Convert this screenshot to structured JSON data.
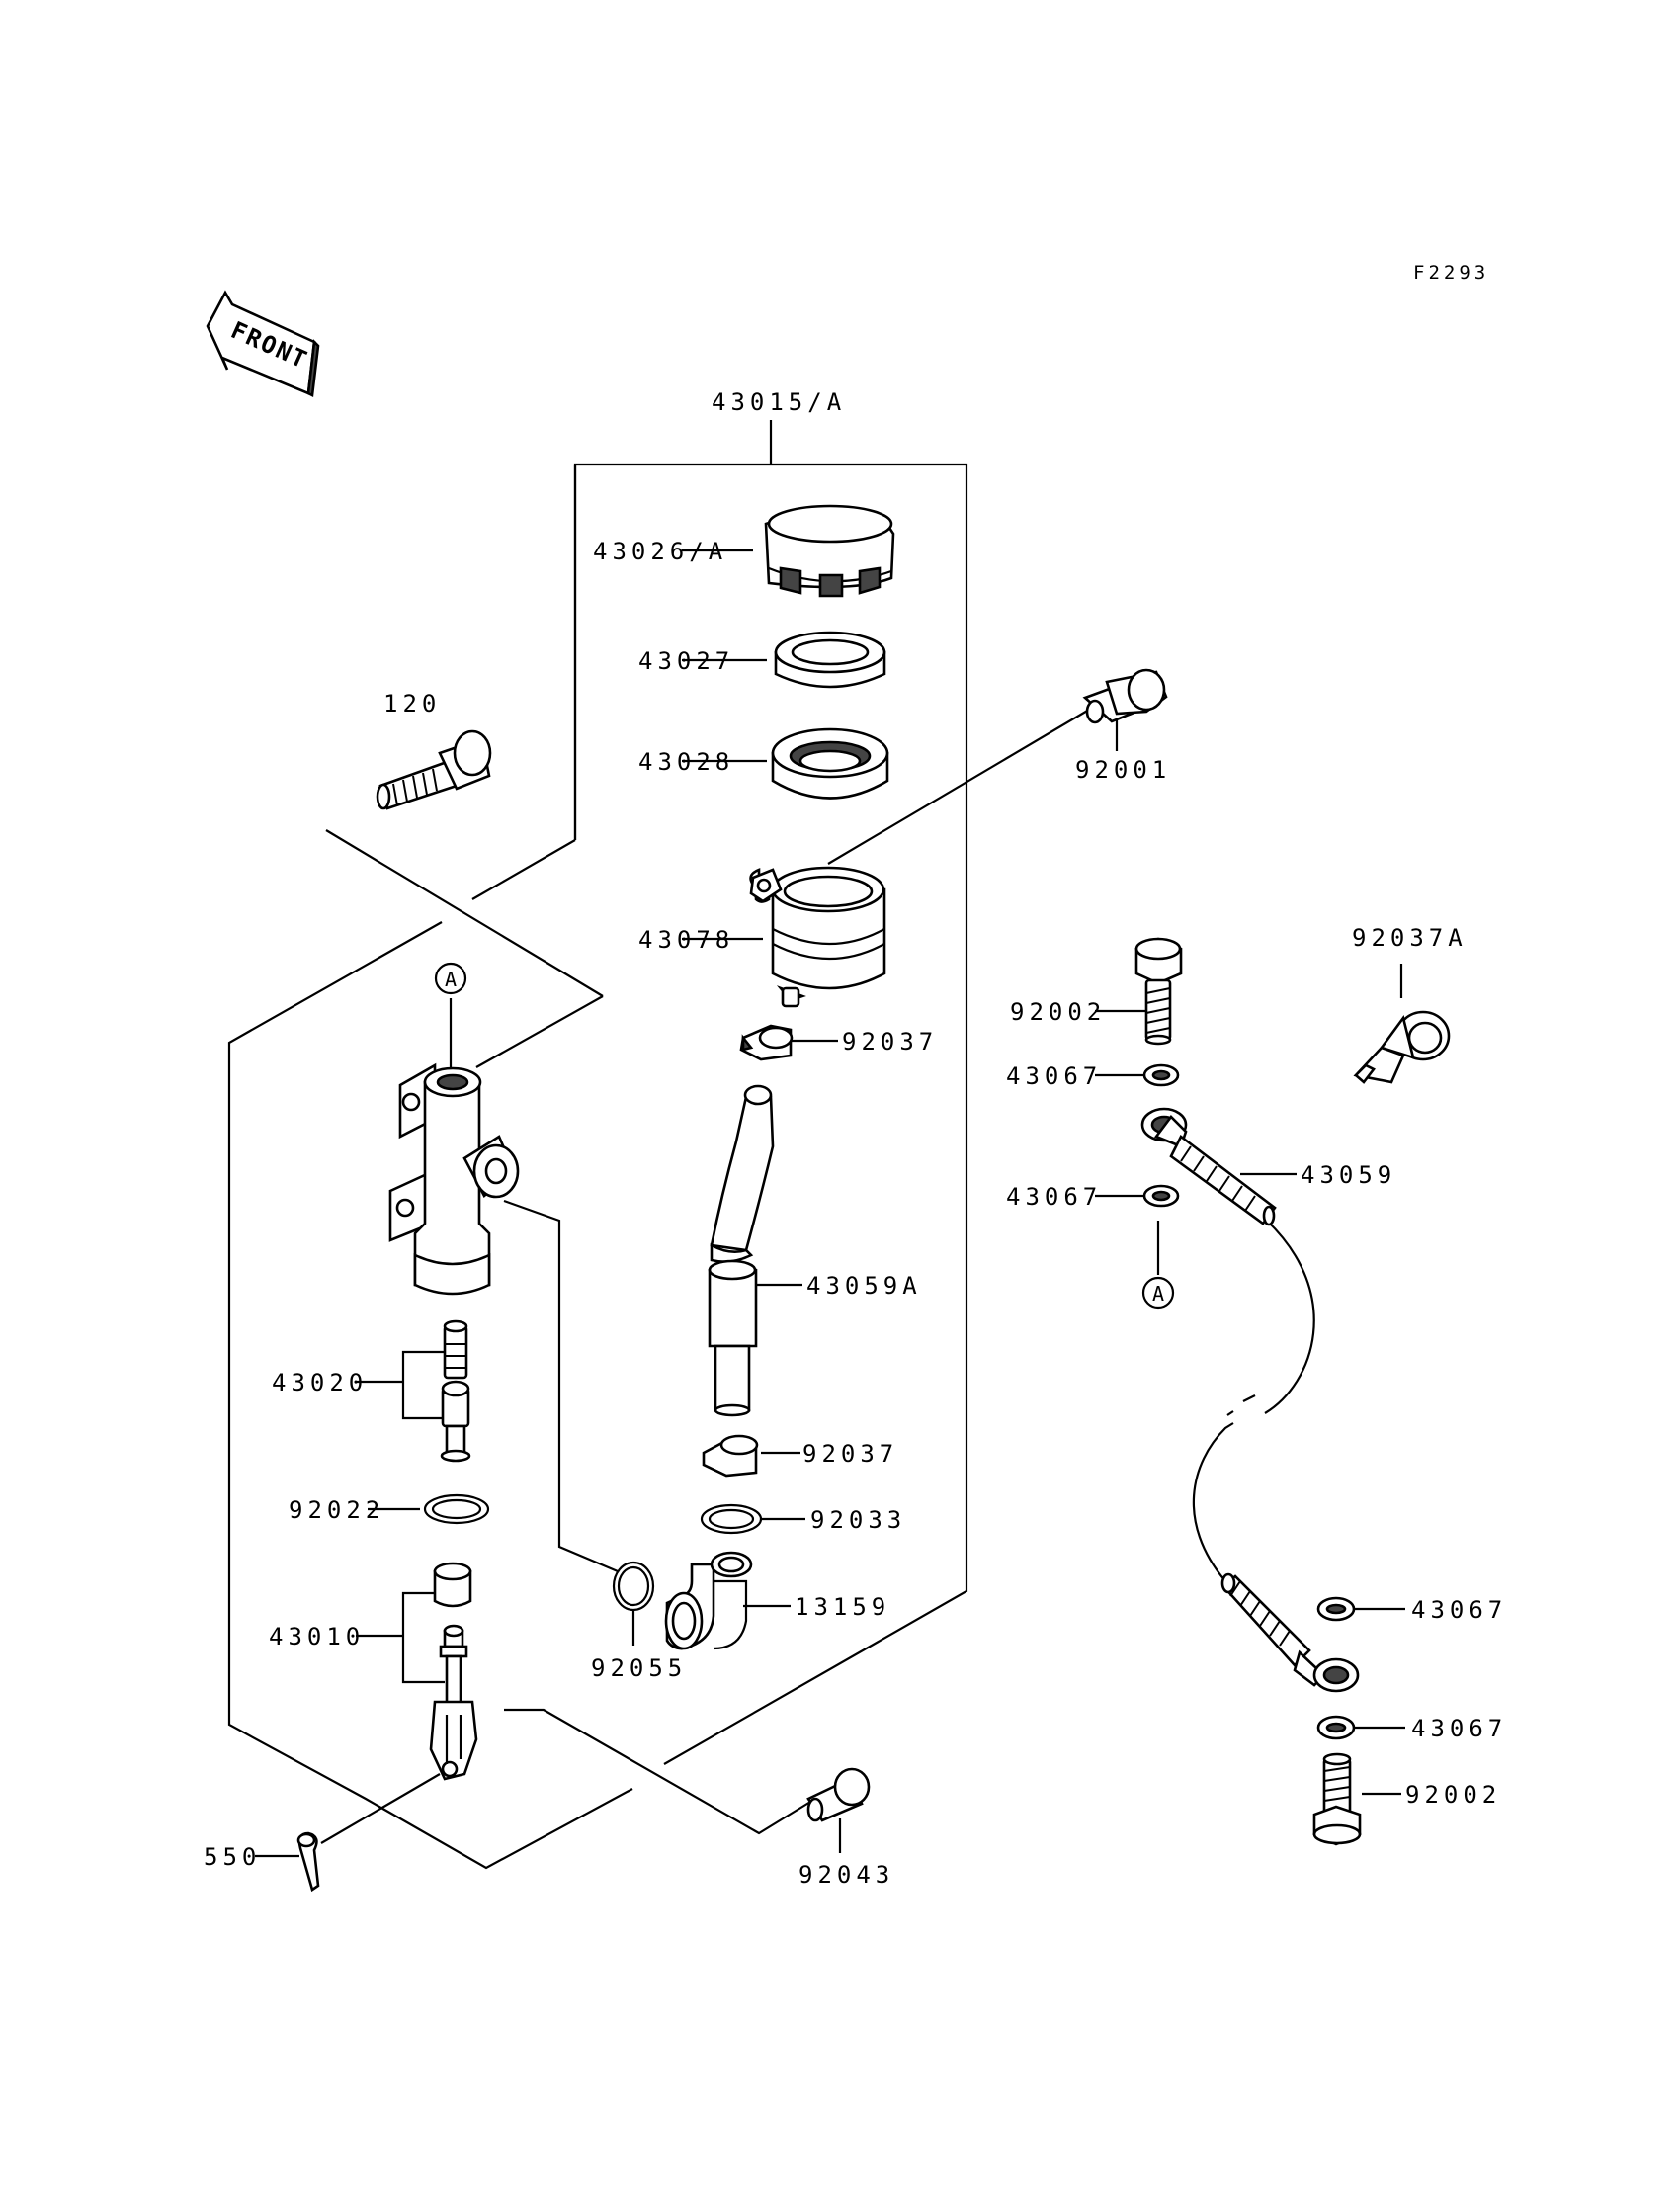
{
  "figure_code": "F2293",
  "front_label": "FRONT",
  "ref_marker": "A",
  "labels": {
    "p43015A": "43015/A",
    "p43026A": "43026/A",
    "p43027": "43027",
    "p43028": "43028",
    "p92001": "92001",
    "p120": "120",
    "p43078": "43078",
    "p92037_top": "92037",
    "p43059A": "43059A",
    "p43020": "43020",
    "p92037_mid": "92037",
    "p92022": "92022",
    "p92033": "92033",
    "p13159": "13159",
    "p43010": "43010",
    "p92055": "92055",
    "p550": "550",
    "p92043": "92043",
    "p92037A": "92037A",
    "p92002_top": "92002",
    "p43067_a": "43067",
    "p43059": "43059",
    "p43067_b": "43067",
    "p43067_c": "43067",
    "p43067_d": "43067",
    "p92002_bot": "92002"
  }
}
